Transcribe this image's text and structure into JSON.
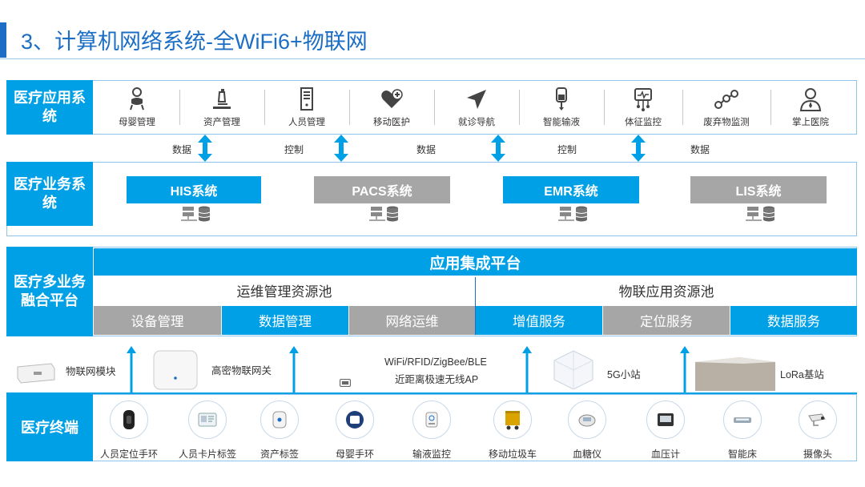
{
  "title": "3、计算机网络系统-全WiFi6+物联网",
  "colors": {
    "accent": "#00a0e6",
    "title_blue": "#1c6ec4",
    "gray_block": "#a6a6a6",
    "line_blue": "#8fc3ec"
  },
  "tier_app": {
    "label": "医疗应用系统",
    "apps": [
      {
        "label": "母婴管理",
        "icon": "baby-icon"
      },
      {
        "label": "资产管理",
        "icon": "microscope-icon"
      },
      {
        "label": "人员管理",
        "icon": "server-tower-icon"
      },
      {
        "label": "移动医护",
        "icon": "heart-plus-icon"
      },
      {
        "label": "就诊导航",
        "icon": "navigation-arrow-icon"
      },
      {
        "label": "智能输液",
        "icon": "iv-bag-icon"
      },
      {
        "label": "体征监控",
        "icon": "circuit-monitor-icon"
      },
      {
        "label": "废弃物监测",
        "icon": "connected-nodes-icon"
      },
      {
        "label": "掌上医院",
        "icon": "doctor-icon"
      }
    ]
  },
  "arrows": [
    {
      "label": "数据"
    },
    {
      "label": "控制"
    },
    {
      "label": "数据"
    },
    {
      "label": "控制"
    },
    {
      "label": "数据"
    }
  ],
  "tier_business": {
    "label": "医疗业务系统",
    "systems": [
      {
        "label": "HIS系统",
        "color": "#00a0e6"
      },
      {
        "label": "PACS系统",
        "color": "#a6a6a6"
      },
      {
        "label": "EMR系统",
        "color": "#00a0e6"
      },
      {
        "label": "LIS系统",
        "color": "#a6a6a6"
      }
    ]
  },
  "tier_platform": {
    "label": "医疗多业务融合平台",
    "banner": "应用集成平台",
    "pools": [
      {
        "title": "运维管理资源池",
        "services": [
          {
            "label": "设备管理",
            "color": "#a6a6a6"
          },
          {
            "label": "数据管理",
            "color": "#00a0e6"
          },
          {
            "label": "网络运维",
            "color": "#a6a6a6"
          }
        ]
      },
      {
        "title": "物联应用资源池",
        "services": [
          {
            "label": "增值服务",
            "color": "#00a0e6"
          },
          {
            "label": "定位服务",
            "color": "#a6a6a6"
          },
          {
            "label": "数据服务",
            "color": "#00a0e6"
          }
        ]
      }
    ]
  },
  "devices": [
    {
      "label": "物联网模块",
      "icon": "iot-module-icon"
    },
    {
      "label": "高密物联网关",
      "icon": "ceiling-ap-icon"
    },
    {
      "label": "WiFi/RFID/ZigBee/BLE",
      "icon": "small-tag-icon"
    },
    {
      "label": "近距离极速无线AP",
      "icon": ""
    },
    {
      "label": "5G小站",
      "icon": "5g-station-icon"
    },
    {
      "label": "LoRa基站",
      "icon": "lora-station-icon"
    }
  ],
  "tier_terminal": {
    "label": "医疗终端",
    "items": [
      {
        "label": "人员定位手环",
        "icon": "wristband-icon"
      },
      {
        "label": "人员卡片标签",
        "icon": "id-card-icon"
      },
      {
        "label": "资产标签",
        "icon": "asset-tag-icon"
      },
      {
        "label": "母婴手环",
        "icon": "baby-band-icon"
      },
      {
        "label": "输液监控",
        "icon": "infusion-monitor-icon"
      },
      {
        "label": "移动垃圾车",
        "icon": "trash-cart-icon"
      },
      {
        "label": "血糖仪",
        "icon": "glucometer-icon"
      },
      {
        "label": "血压计",
        "icon": "blood-pressure-icon"
      },
      {
        "label": "智能床",
        "icon": "smart-bed-icon"
      },
      {
        "label": "摄像头",
        "icon": "camera-icon"
      }
    ]
  }
}
